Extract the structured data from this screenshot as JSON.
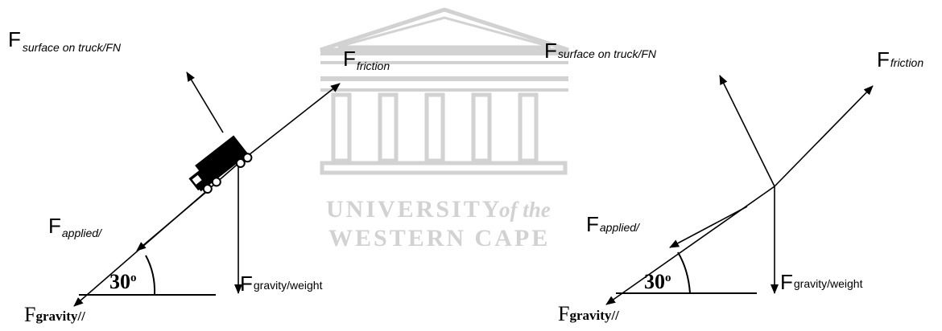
{
  "watermark": {
    "line1": "UNIVERSITY",
    "line1_italic": "of the",
    "line2": "WESTERN CAPE",
    "color": "#d2d2d2"
  },
  "colors": {
    "ink": "#000000",
    "watermark": "#d2d2d2"
  },
  "left_diagram": {
    "icons": [
      "truck-icon"
    ],
    "labels": {
      "normal": {
        "main": "F",
        "sub": "surface on truck/FN"
      },
      "friction": {
        "main": "F",
        "sub": "friction"
      },
      "applied": {
        "main": "F",
        "sub": "applied/"
      },
      "weight": {
        "main": "F",
        "sub": "gravity/weight"
      },
      "parallel": {
        "main": "F",
        "sub": "gravity//"
      },
      "angle": {
        "value": "30",
        "unit": "o"
      }
    }
  },
  "right_diagram": {
    "labels": {
      "normal": {
        "main": "F",
        "sub": "surface on truck/FN"
      },
      "friction": {
        "main": "F",
        "sub": "friction"
      },
      "applied": {
        "main": "F",
        "sub": "applied/"
      },
      "weight": {
        "main": "F",
        "sub": "gravity/weight"
      },
      "parallel": {
        "main": "F",
        "sub": "gravity//"
      },
      "angle": {
        "value": "30",
        "unit": "o"
      }
    }
  }
}
